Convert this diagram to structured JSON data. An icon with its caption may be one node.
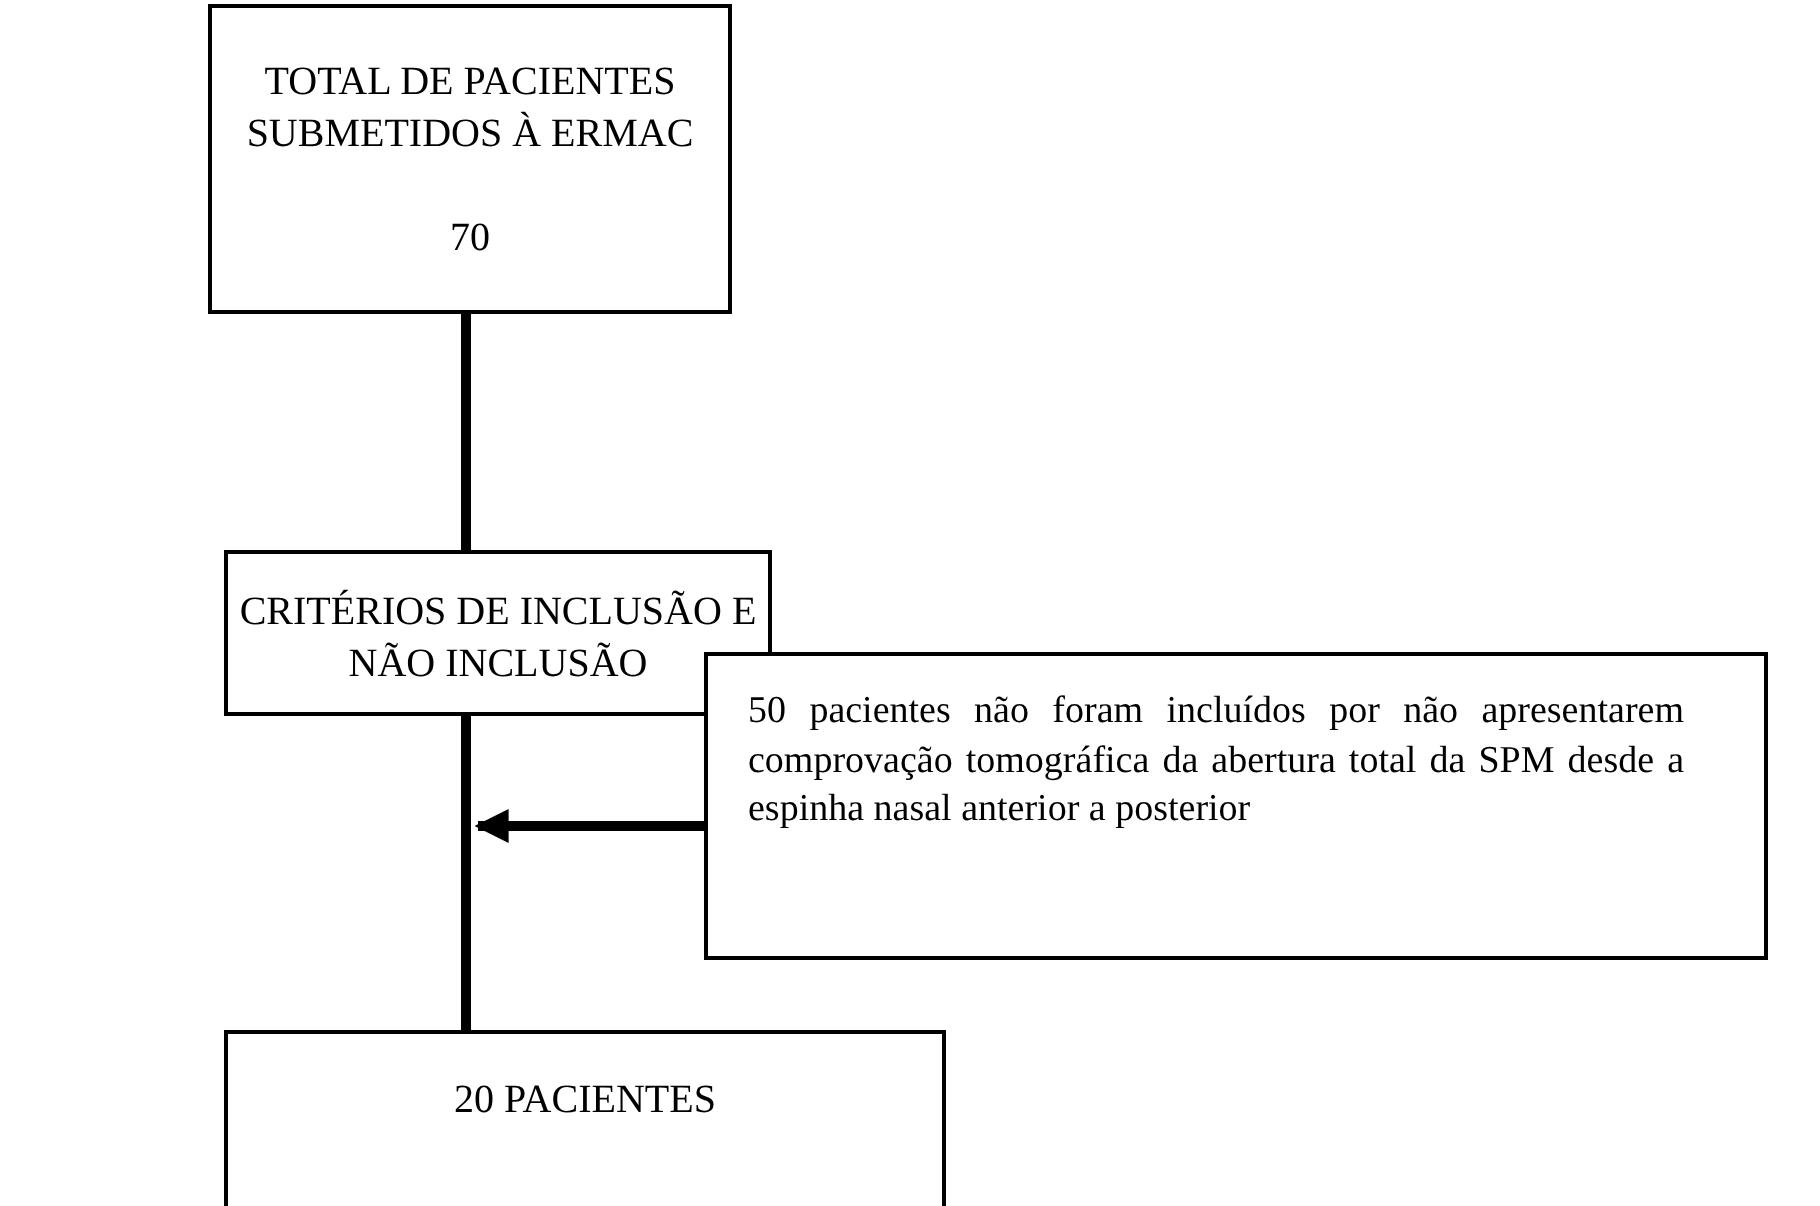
{
  "diagram": {
    "nodes": [
      {
        "text": [
          "TOTAL DE PACIENTES SUBMETIDOS À ERMAC",
          "70"
        ]
      },
      {
        "text": [
          "CRITÉRIOS DE INCLUSÃO E NÃO INCLUSÃO"
        ]
      },
      {
        "text": [
          "50 pacientes não foram incluídos por não apresentarem comprovação tomográfica da abertura total da SPM desde a espinha nasal anterior a posterior"
        ]
      },
      {
        "text": [
          "20 PACIENTES"
        ]
      }
    ],
    "edges": [
      {
        "from": 0,
        "to": 1,
        "arrow": "none"
      },
      {
        "from": 1,
        "to": 3,
        "arrow": "none"
      },
      {
        "from": 2,
        "to": null,
        "arrow": "to"
      }
    ]
  }
}
